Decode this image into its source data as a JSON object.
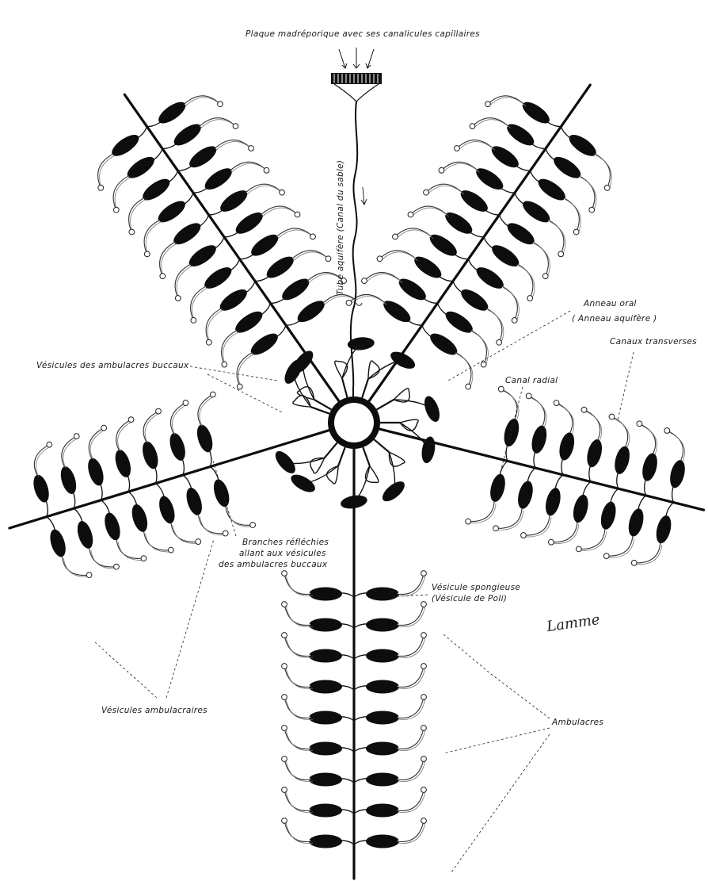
{
  "labels": {
    "plaque": "Plaque madréporique avec ses canalicules capillaires",
    "tube": "Tube aquifère (Canal du sable)",
    "anneau_1": "Anneau oral",
    "anneau_2": "( Anneau aquifère )",
    "canaux_transverses": "Canaux transverses",
    "canal_radial": "Canal radial",
    "vesicules_buccaux": "Vésicules des ambulacres buccaux",
    "branches_1": "Branches réfléchies",
    "branches_2": "allant aux vésicules",
    "branches_3": "des ambulacres buccaux",
    "spongieuse_1": "Vésicule spongieuse",
    "spongieuse_2": "(Vésicule de Poli)",
    "vesicules_ambulacraires": "Vésicules ambulacraires",
    "ambulacres": "Ambulacres"
  },
  "signature": "Lamme"
}
